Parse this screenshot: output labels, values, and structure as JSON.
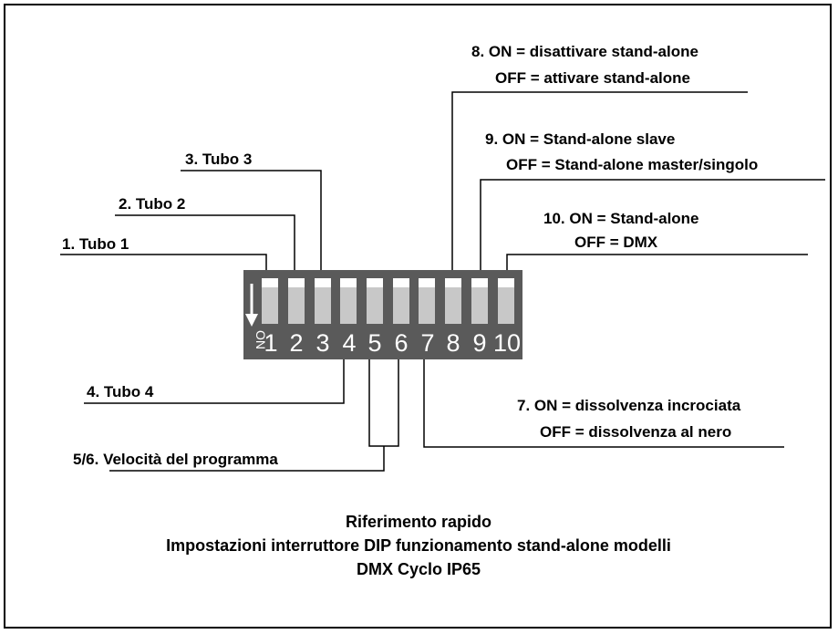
{
  "labels": {
    "tubo1": "1. Tubo 1",
    "tubo2": "2. Tubo 2",
    "tubo3": "3. Tubo 3",
    "tubo4": "4. Tubo 4",
    "velocita": "5/6. Velocità del programma",
    "sw7_on": "7. ON = dissolvenza incrociata",
    "sw7_off": "OFF = dissolvenza al nero",
    "sw8_on": "8. ON = disattivare stand-alone",
    "sw8_off": "OFF = attivare stand-alone",
    "sw9_on": "9. ON = Stand-alone slave",
    "sw9_off": "OFF = Stand-alone master/singolo",
    "sw10_on": "10. ON = Stand-alone",
    "sw10_off": "OFF = DMX"
  },
  "switch": {
    "on_label": "ON",
    "numbers": [
      "1",
      "2",
      "3",
      "4",
      "5",
      "6",
      "7",
      "8",
      "9",
      "10"
    ],
    "body_color": "#5a5a5a",
    "slot_color": "#c8c8c8"
  },
  "caption": {
    "line1": "Riferimento rapido",
    "line2": "Impostazioni interruttore DIP funzionamento stand-alone modelli",
    "line3": "DMX Cyclo IP65"
  }
}
